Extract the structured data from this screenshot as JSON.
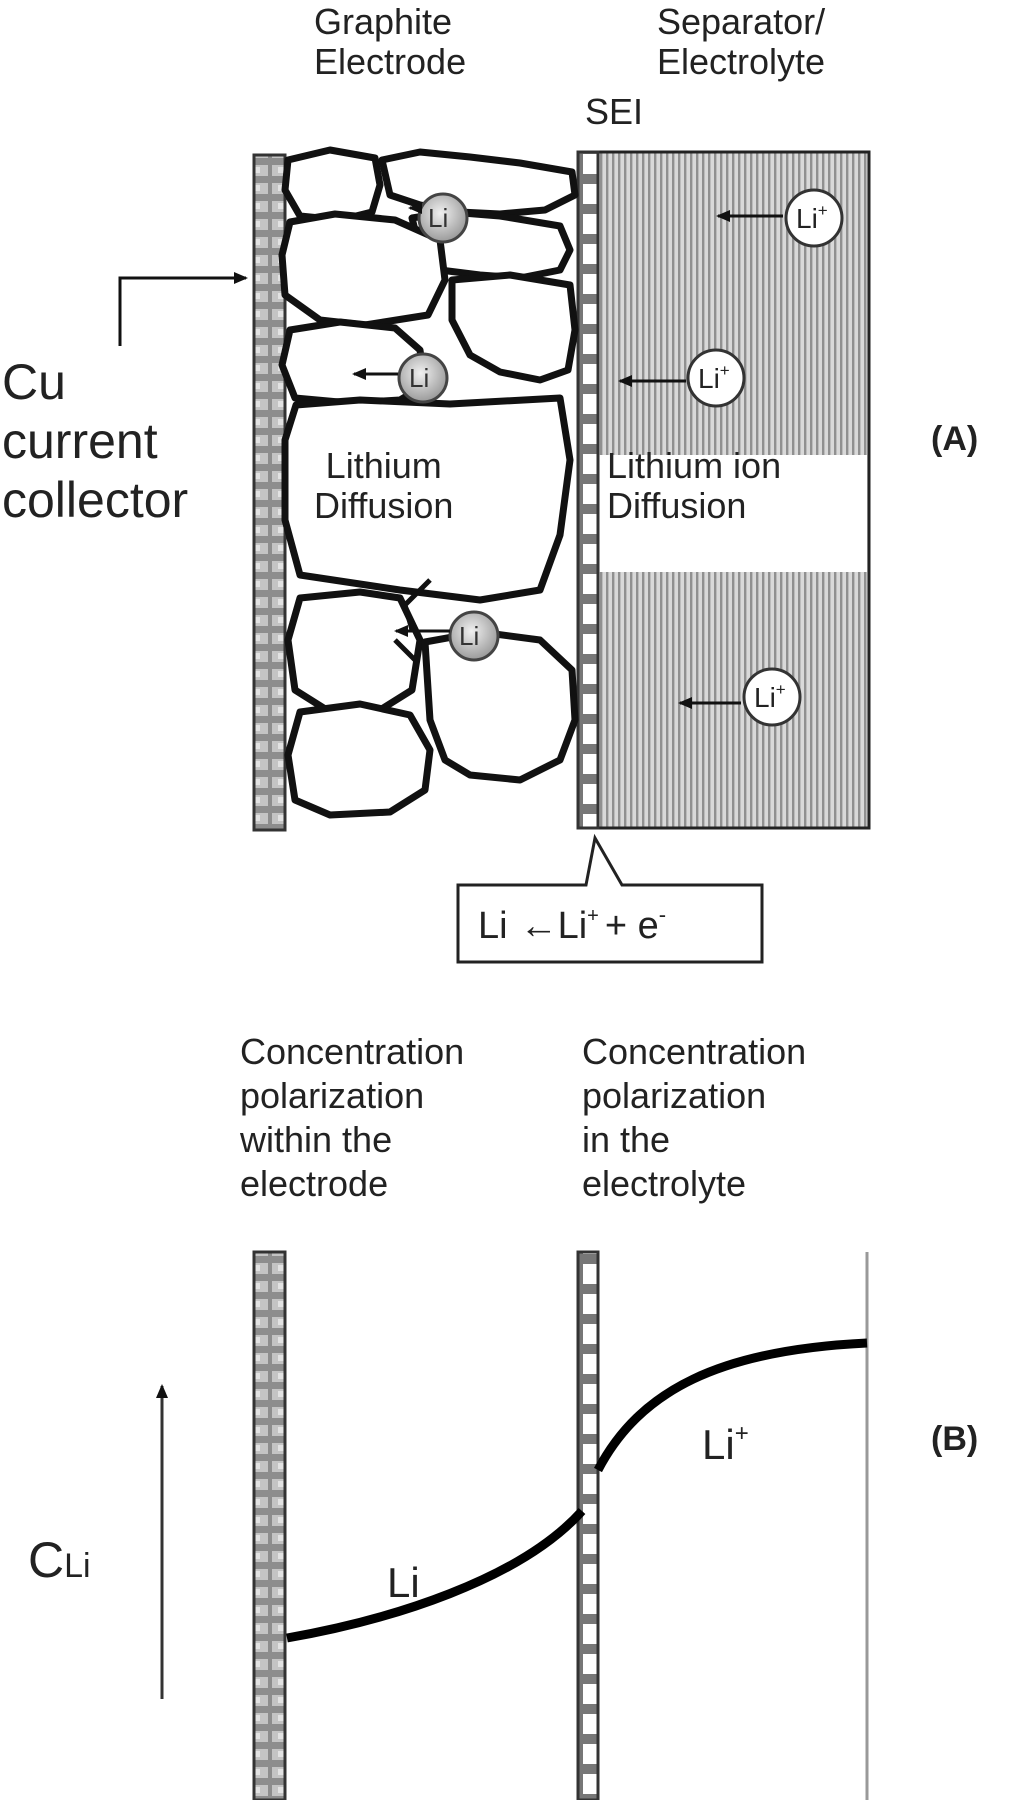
{
  "panel_a": {
    "graphite_label": "Graphite\nElectrode",
    "separator_label": "Separator/\nElectrolyte",
    "sei_label": "SEI",
    "collector_label": "Cu\ncurrent\ncollector",
    "lithium_diffusion_label": "Lithium\nDiffusion",
    "lithium_ion_diffusion_label": "Lithium ion\nDiffusion",
    "li_atom_label": "Li",
    "li_ion_label": "Li",
    "ion_superscript": "+",
    "reaction": {
      "li": "Li",
      "li_ion": "Li",
      "plus": "+",
      "e": "+ e",
      "minus": "-"
    },
    "panel_tag": "(A)"
  },
  "panel_b": {
    "electrode_note": "Concentration\npolarization\nwithin the\nelectrode",
    "electrolyte_note": "Concentration\npolarization\nin the\nelectrolyte",
    "y_label_main": "C",
    "y_label_sub": "Li",
    "curve_li_label": "Li",
    "curve_ion_label": "Li",
    "ion_superscript": "+",
    "panel_tag": "(B)"
  }
}
